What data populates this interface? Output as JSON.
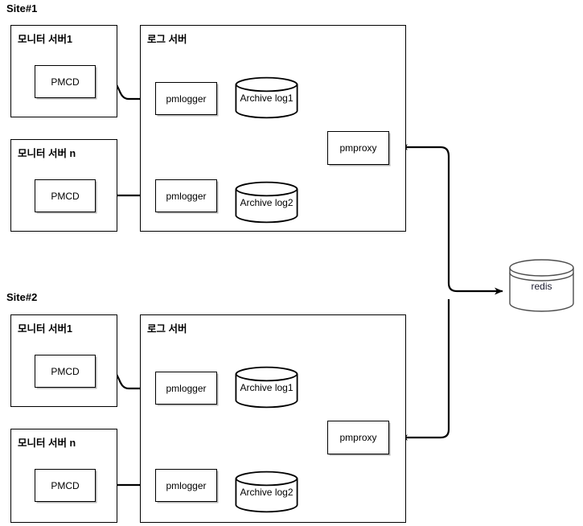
{
  "diagram": {
    "title_visible": false,
    "type": "architecture-diagram",
    "stroke_color": "#000000",
    "background_color": "#ffffff",
    "shadow_color": "#787878"
  },
  "sites": [
    {
      "label": "Site#1",
      "monitor_servers": [
        {
          "title": "모니터 서버1",
          "node": "PMCD"
        },
        {
          "title": "모니터 서버 n",
          "node": "PMCD"
        }
      ],
      "log_server": {
        "title": "로그 서버",
        "loggers": [
          "pmlogger",
          "pmlogger"
        ],
        "archives": [
          "Archive log1",
          "Archive log2"
        ],
        "proxy": "pmproxy"
      }
    },
    {
      "label": "Site#2",
      "monitor_servers": [
        {
          "title": "모니터 서버1",
          "node": "PMCD"
        },
        {
          "title": "모니터 서버 n",
          "node": "PMCD"
        }
      ],
      "log_server": {
        "title": "로그 서버",
        "loggers": [
          "pmlogger",
          "pmlogger"
        ],
        "archives": [
          "Archive log1",
          "Archive log2"
        ],
        "proxy": "pmproxy"
      }
    }
  ],
  "shared_store": {
    "label": "redis",
    "shape": "cylinder"
  },
  "edges": [
    {
      "from": "site1.monitor1.PMCD",
      "to": "site1.pmlogger1",
      "style": "curved-arrow"
    },
    {
      "from": "site1.monitorN.PMCD",
      "to": "site1.pmlogger2",
      "style": "straight-arrow"
    },
    {
      "from": "site1.pmlogger1",
      "to": "site1.Archive log1",
      "style": "straight-arrow"
    },
    {
      "from": "site1.pmlogger2",
      "to": "site1.Archive log2",
      "style": "straight-arrow"
    },
    {
      "from": "site1.Archive log1",
      "to": "site1.pmproxy",
      "style": "orthogonal-arrow"
    },
    {
      "from": "site1.Archive log2",
      "to": "site1.pmproxy",
      "style": "orthogonal-arrow"
    },
    {
      "from": "redis",
      "to": "site1.pmproxy",
      "style": "orthogonal-arrow"
    },
    {
      "from": "site2.monitor1.PMCD",
      "to": "site2.pmlogger1",
      "style": "curved-arrow"
    },
    {
      "from": "site2.monitorN.PMCD",
      "to": "site2.pmlogger2",
      "style": "straight-arrow"
    },
    {
      "from": "site2.pmlogger1",
      "to": "site2.Archive log1",
      "style": "straight-arrow"
    },
    {
      "from": "site2.pmlogger2",
      "to": "site2.Archive log2",
      "style": "straight-arrow"
    },
    {
      "from": "site2.Archive log1",
      "to": "site2.pmproxy",
      "style": "orthogonal-arrow"
    },
    {
      "from": "site2.Archive log2",
      "to": "site2.pmproxy",
      "style": "orthogonal-arrow"
    },
    {
      "from": "redis",
      "to": "site2.pmproxy",
      "style": "orthogonal-arrow"
    },
    {
      "from": "site-bus",
      "to": "redis",
      "style": "straight-arrow"
    }
  ]
}
